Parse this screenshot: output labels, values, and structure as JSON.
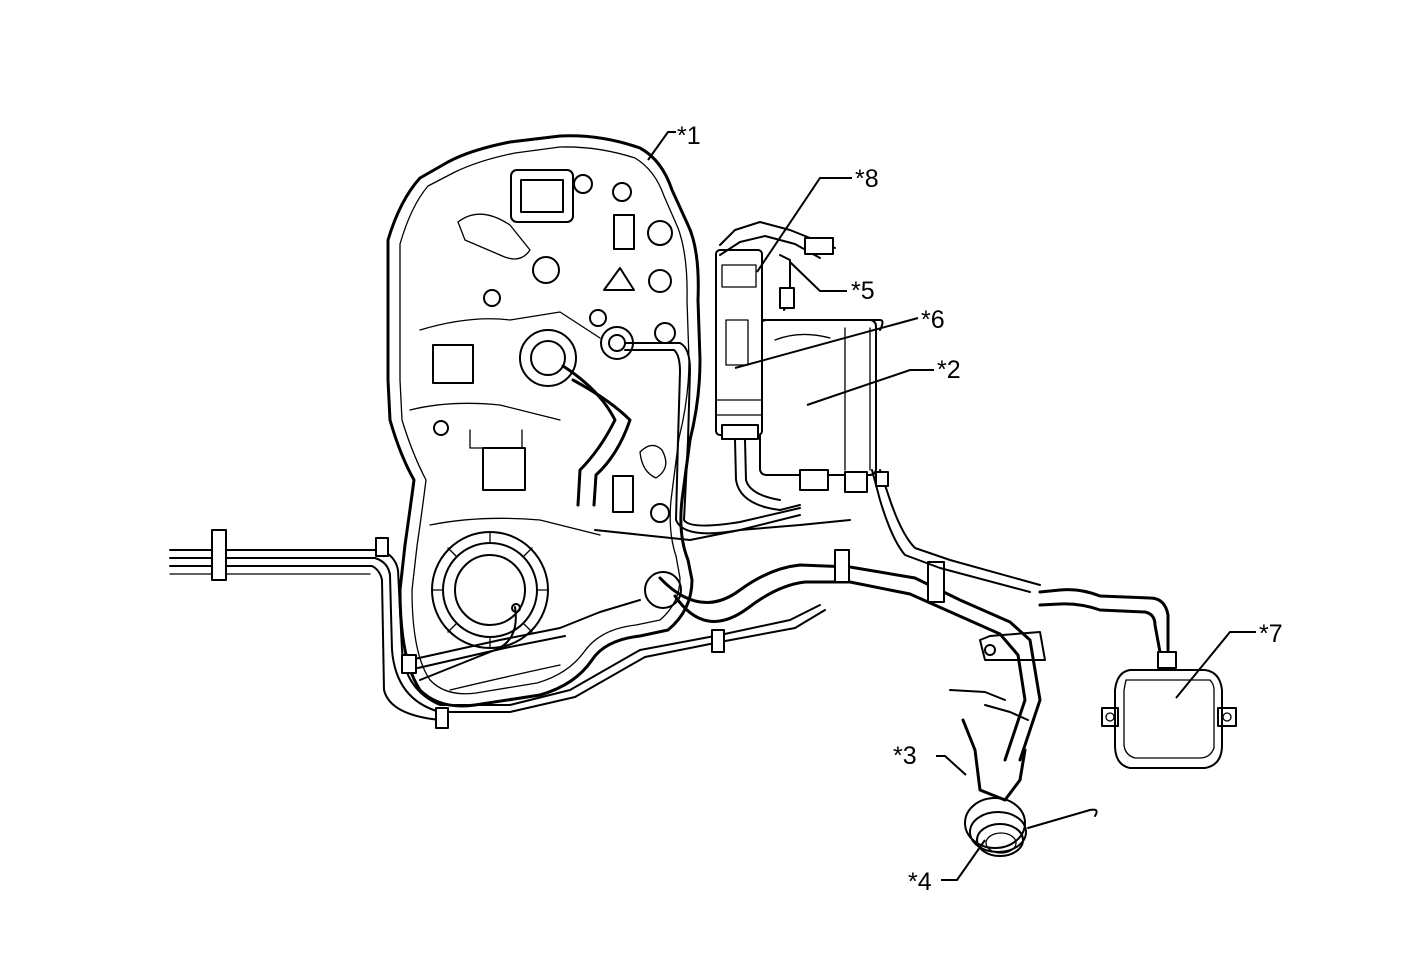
{
  "callouts": {
    "c1": "*1",
    "c2": "*2",
    "c3": "*3",
    "c4": "*4",
    "c5": "*5",
    "c6": "*6",
    "c7": "*7",
    "c8": "*8"
  }
}
